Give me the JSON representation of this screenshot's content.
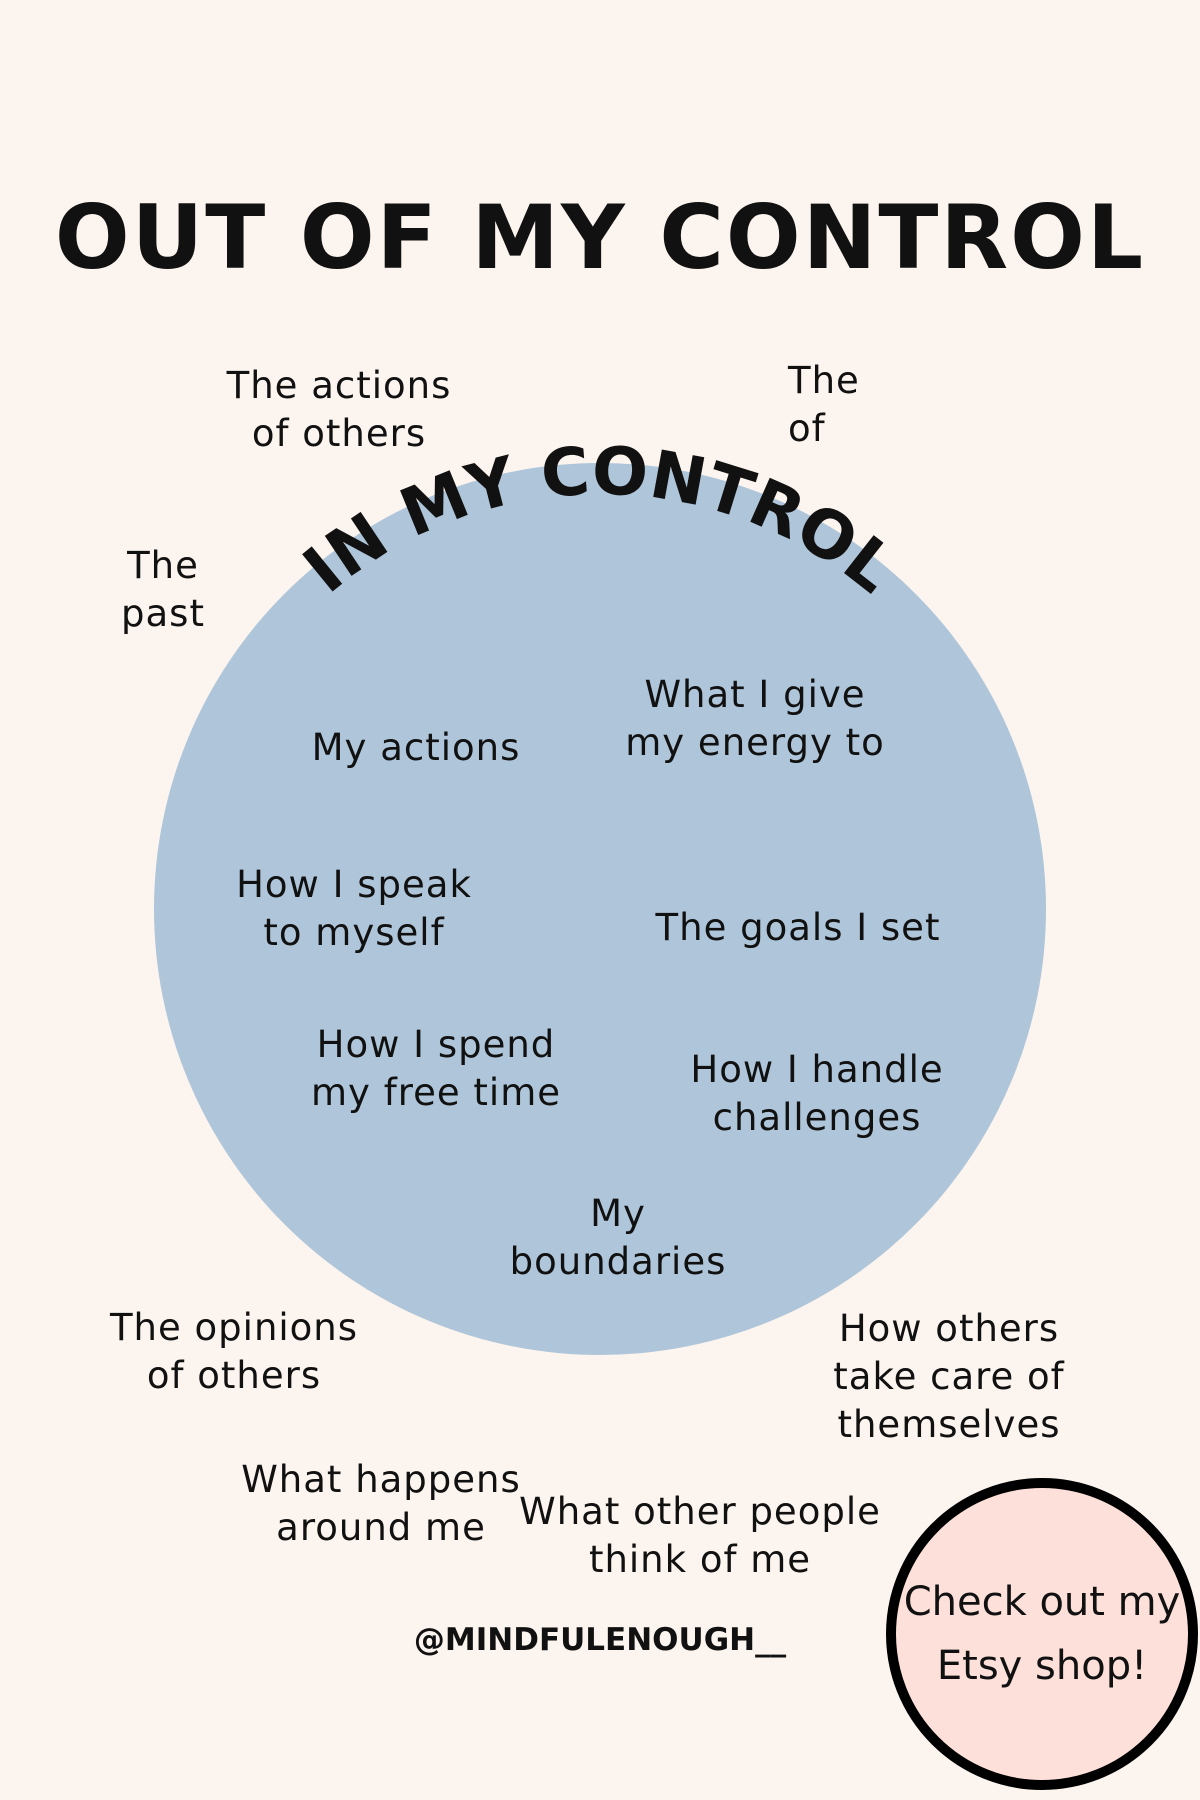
{
  "outer_title": "OUT OF MY CONTROL",
  "inner_title": "IN MY CONTROL",
  "colors": {
    "background": "#fcf4ee",
    "circle": "#afc6da",
    "badge": "#fde0da",
    "text": "#111111"
  },
  "outside_items": [
    {
      "lines": [
        "The actions",
        "of others"
      ]
    },
    {
      "lines": [
        "The",
        "of"
      ]
    },
    {
      "lines": [
        "The",
        "past"
      ]
    },
    {
      "lines": [
        "The opinions",
        "of others"
      ]
    },
    {
      "lines": [
        "How others",
        "take care of",
        "themselves"
      ]
    },
    {
      "lines": [
        "What happens",
        "around me"
      ]
    },
    {
      "lines": [
        "What other people",
        "think of me"
      ]
    }
  ],
  "inside_items": [
    {
      "lines": [
        "My actions"
      ]
    },
    {
      "lines": [
        "What I give",
        "my energy to"
      ]
    },
    {
      "lines": [
        "How I speak",
        "to myself"
      ]
    },
    {
      "lines": [
        "The goals I set"
      ]
    },
    {
      "lines": [
        "How I spend",
        "my free time"
      ]
    },
    {
      "lines": [
        "How I handle",
        "challenges"
      ]
    },
    {
      "lines": [
        "My",
        "boundaries"
      ]
    }
  ],
  "etsy_badge": {
    "lines": [
      "Check out my",
      "Etsy shop!"
    ]
  },
  "handle": "@MINDFULENOUGH__"
}
